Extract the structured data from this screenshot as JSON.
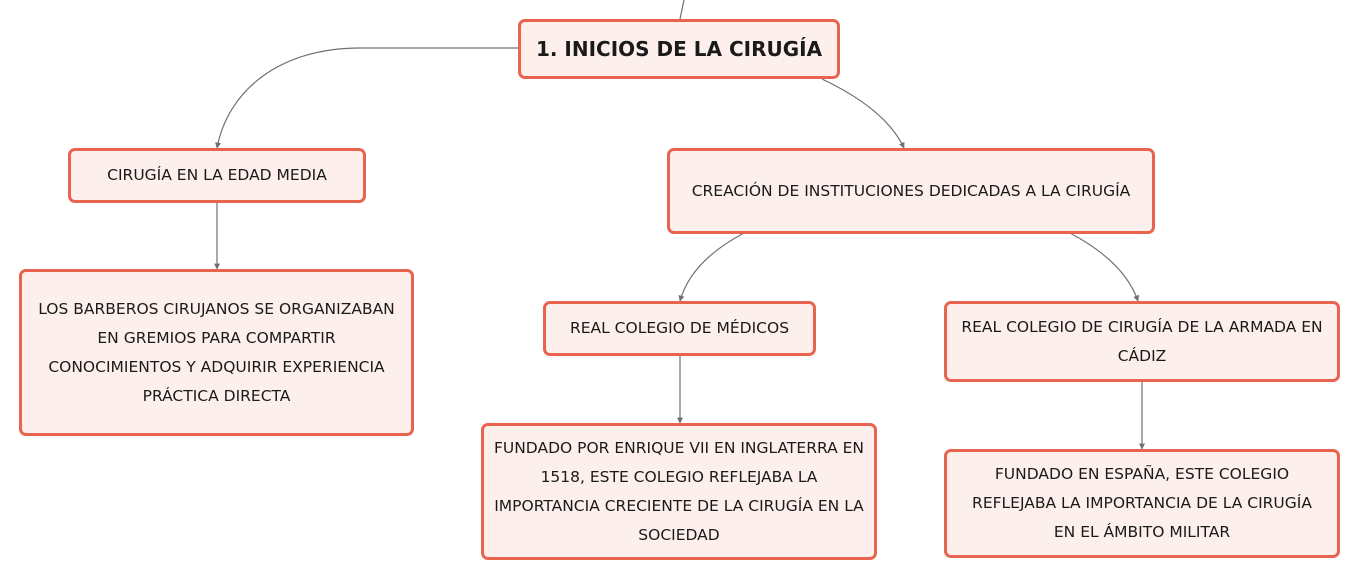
{
  "colors": {
    "node_border": "#e9644f",
    "node_fill": "#fdf0ec",
    "connector": "#707070"
  },
  "root": {
    "label": "1. INICIOS DE LA CIRUGÍA"
  },
  "nodes": {
    "edad_media": "CIRUGÍA EN LA EDAD MEDIA",
    "barberos": "LOS BARBEROS CIRUJANOS SE ORGANIZABAN EN GREMIOS PARA COMPARTIR CONOCIMIENTOS Y ADQUIRIR EXPERIENCIA PRÁCTICA DIRECTA",
    "instituciones": "CREACIÓN DE INSTITUCIONES DEDICADAS A LA CIRUGÍA",
    "medicos": "REAL COLEGIO DE MÉDICOS",
    "medicos_desc": "FUNDADO POR ENRIQUE VII EN INGLATERRA EN 1518, ESTE COLEGIO REFLEJABA LA IMPORTANCIA CRECIENTE DE LA CIRUGÍA EN LA SOCIEDAD",
    "armada": "REAL COLEGIO DE CIRUGÍA DE LA ARMADA EN CÁDIZ",
    "armada_desc": "FUNDADO EN ESPAÑA, ESTE COLEGIO REFLEJABA LA IMPORTANCIA DE LA CIRUGÍA EN EL ÁMBITO MILITAR"
  }
}
